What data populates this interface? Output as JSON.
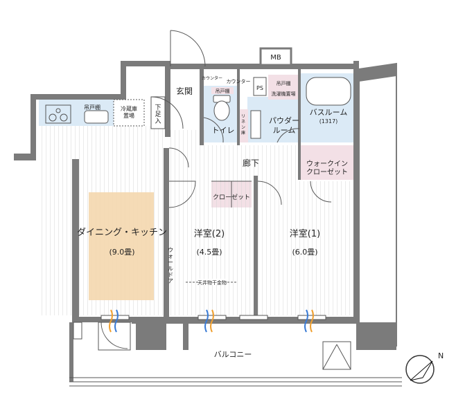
{
  "rooms": {
    "entrance": "玄関",
    "shoe_box": "下足入",
    "counter_left": "カウンター",
    "counter_right": "カウンター",
    "ps": "PS",
    "mb": "MB",
    "toilet": "トイレ",
    "toilet_shelf": "吊戸棚",
    "powder": "パウダー\nルーム",
    "linen": "リネン庫",
    "washer_shelf": "吊戸棚",
    "washer": "洗濯機置場",
    "bath": "バスルーム",
    "bath_size": "(1317)",
    "hall": "廊下",
    "walkin": "ウォークイン\nクローゼット",
    "kitchen_shelf": "吊戸棚",
    "fridge": "冷蔵庫\n置場",
    "dk": "ダイニング・キッチン",
    "dk_size": "(9.0畳)",
    "western2": "洋室(2)",
    "western2_size": "(4.5畳)",
    "western1": "洋室(1)",
    "western1_size": "(6.0畳)",
    "closet": "クローゼット",
    "wall_door": "ウォールドア",
    "ceiling_hanger": "天井物干金物",
    "balcony": "バルコニー"
  },
  "colors": {
    "wall": "#7b7b7b",
    "wet_area": "#dbeaf6",
    "closet_pink": "#f3e0e6",
    "dk_highlight": "#f4d7ae",
    "floor_line": "#c9c9c9"
  },
  "compass": {
    "label": "N"
  }
}
